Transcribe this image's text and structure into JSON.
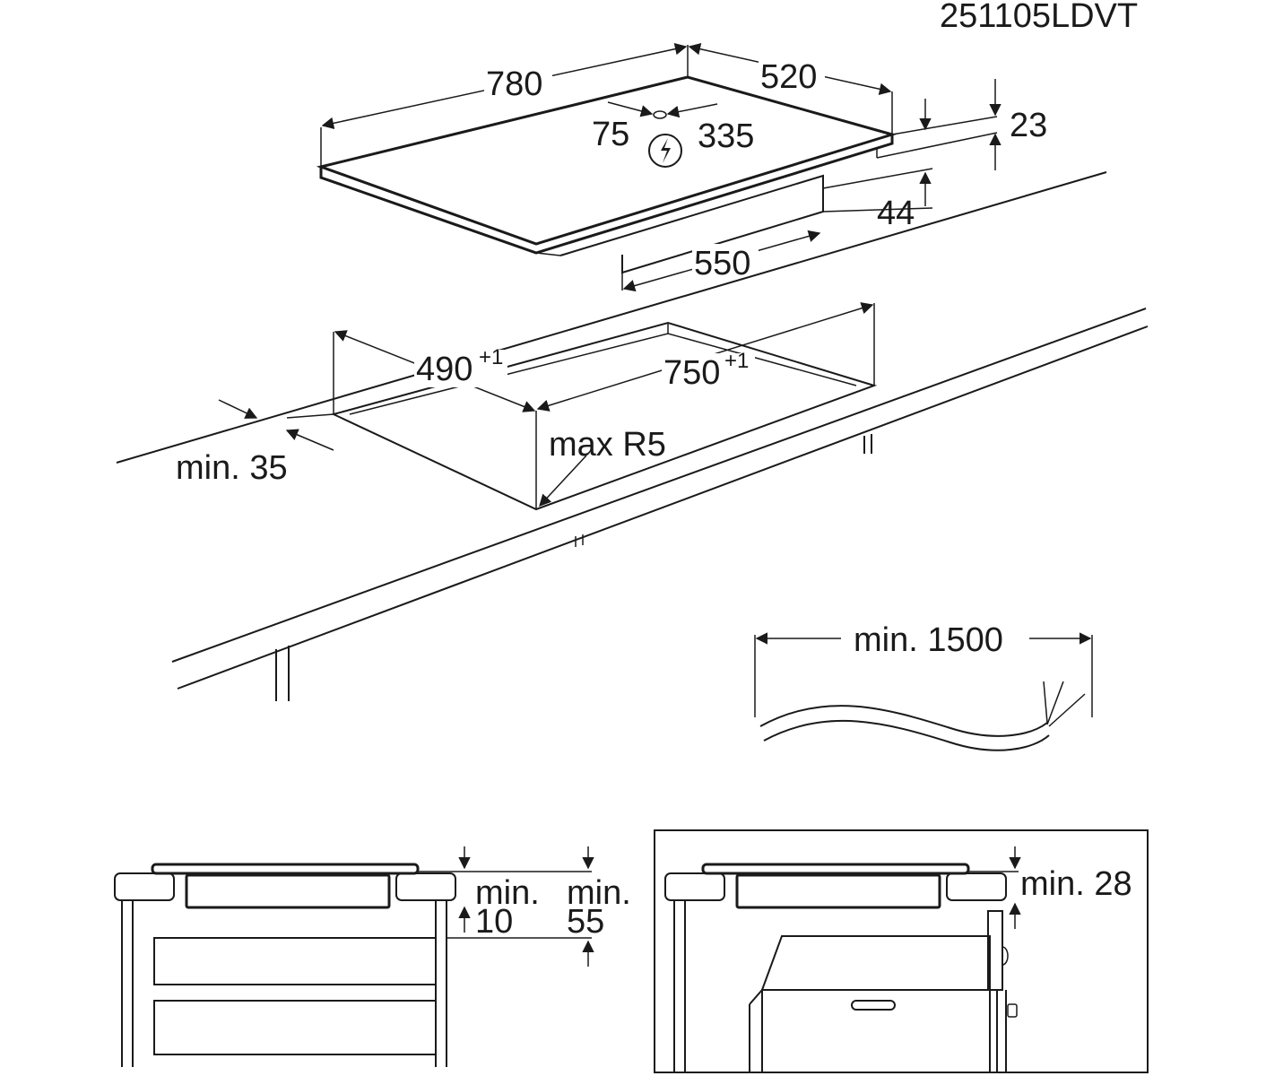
{
  "reference_code": "251105LDVT",
  "hob": {
    "width": "780",
    "depth": "520",
    "cable_offset_left": "75",
    "cable_offset_right": "335",
    "glass_thickness": "23",
    "body_height": "44",
    "body_width": "550"
  },
  "cutout": {
    "depth": "490",
    "depth_tolerance": "+1",
    "width": "750",
    "width_tolerance": "+1",
    "front_distance": "min. 35",
    "corner_radius": "max R5"
  },
  "cable": {
    "length": "min. 1500"
  },
  "install_a": {
    "gap_label_1": "min.",
    "gap_value_1": "10",
    "gap_label_2": "min.",
    "gap_value_2": "55"
  },
  "install_b": {
    "gap_label": "min. 28"
  },
  "icons": {
    "electric": "electric-connection-icon"
  }
}
